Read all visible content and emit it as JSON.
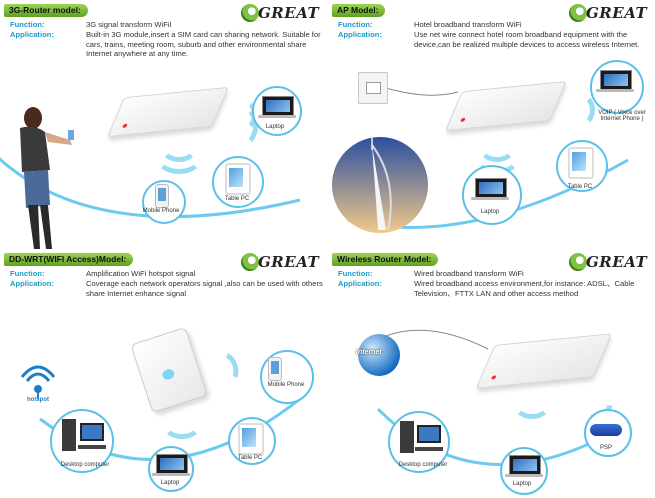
{
  "panels": [
    {
      "title": "3G-Router model:",
      "function_label": "Function:",
      "function_text": "3G signal transform WiFil",
      "application_label": "Application:",
      "application_text": "Built-in 3G module,insert a SIM card can sharing network. Suitable for cars, trains, meeting room, suburb and other environmental share Internet anywhere at any time.",
      "devices": {
        "laptop": "Laptop",
        "tablet": "Table PC",
        "phone": "Mobile Phone"
      }
    },
    {
      "title": "AP Model:",
      "function_label": "Function:",
      "function_text": "Hotel broadband transform WiFi",
      "application_label": "Application:",
      "application_text": "Use net wire connect hotel room broadband equipment with the device,can be realized multiple devices  to access wireless Internet.",
      "devices": {
        "voip": "VOIP ( Voice over Internet Phone )",
        "tablet": "Table PC",
        "laptop": "Laptop"
      }
    },
    {
      "title": "DD-WRT(WIFI Access)Model:",
      "function_label": "Function:",
      "function_text": "Amplification WiFi hotspot signal",
      "application_label": "Application:",
      "application_text": "Coverage each network operators signal ,also can be used with others share Internet  enhance signal",
      "devices": {
        "hotspot": "hotspot",
        "phone": "Mobile Phone",
        "desktop": "Desktop computer",
        "laptop": "Laptop",
        "tablet": "Table PC"
      }
    },
    {
      "title": "Wireless Router Model:",
      "function_label": "Function:",
      "function_text": "Wired broadband transform WiFi",
      "application_label": "Application:",
      "application_text": "Wired broadband access environment,for instance: ADSL、Cable Television、FTTX LAN and other access method",
      "devices": {
        "internet": "Internet",
        "desktop": "Desktop computer",
        "laptop": "Laptop",
        "psp": "PSP"
      }
    }
  ],
  "logo_text": "GREAT",
  "colors": {
    "accent": "#1a9ec9",
    "tag": "#7dc242",
    "ring": "#5bc0e8"
  }
}
